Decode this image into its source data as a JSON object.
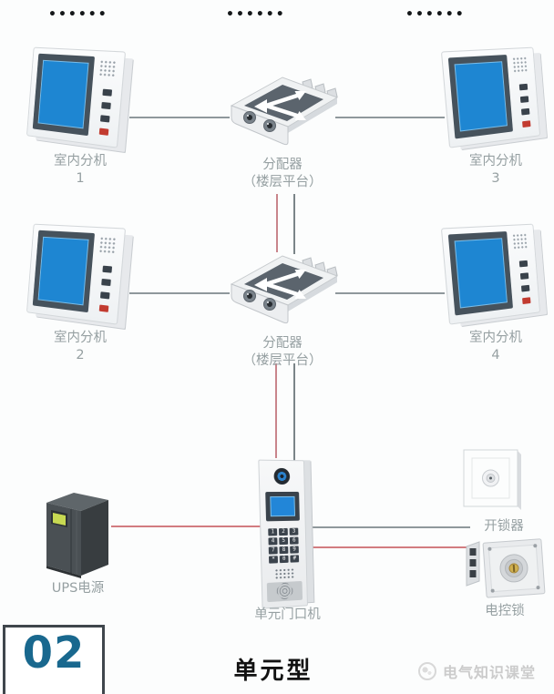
{
  "page": {
    "section_number": "02",
    "title": "单元型",
    "watermark": "电气知识课堂",
    "continuation_dots": "••••••"
  },
  "colors": {
    "accent_teal": "#19688e",
    "line_red": "#d27c80",
    "line_gray": "#8f989c",
    "line_dark_vertical": "#7b8588",
    "label_gray": "#96a0a2",
    "screen_blue": "#1e86d2",
    "ups_screen_green": "#c7d952"
  },
  "labels": {
    "monitor": "室内分机",
    "monitor1_no": "1",
    "monitor2_no": "2",
    "monitor3_no": "3",
    "monitor4_no": "4",
    "distributor": "分配器",
    "distributor_sub": "（楼层平台）",
    "ups": "UPS电源",
    "door_station": "单元门口机",
    "unlock_button": "开锁器",
    "electric_lock": "电控锁"
  },
  "door_station": {
    "keys": [
      "1",
      "2",
      "3",
      "4",
      "5",
      "6",
      "7",
      "8",
      "9",
      "*",
      "0",
      "#"
    ]
  },
  "connections": [
    {
      "from": "indoor-monitor-1",
      "to": "distributor-1",
      "style": "gray"
    },
    {
      "from": "distributor-1",
      "to": "indoor-monitor-3",
      "style": "gray"
    },
    {
      "from": "indoor-monitor-2",
      "to": "distributor-2",
      "style": "gray"
    },
    {
      "from": "distributor-2",
      "to": "indoor-monitor-4",
      "style": "gray"
    },
    {
      "from": "distributor-1",
      "to": "distributor-2",
      "style": "red+dark pair"
    },
    {
      "from": "distributor-2",
      "to": "door-station",
      "style": "red+dark pair"
    },
    {
      "from": "ups",
      "to": "door-station",
      "style": "red"
    },
    {
      "from": "door-station",
      "to": "unlock-button",
      "style": "gray"
    },
    {
      "from": "door-station",
      "to": "electric-lock",
      "style": "red"
    }
  ]
}
